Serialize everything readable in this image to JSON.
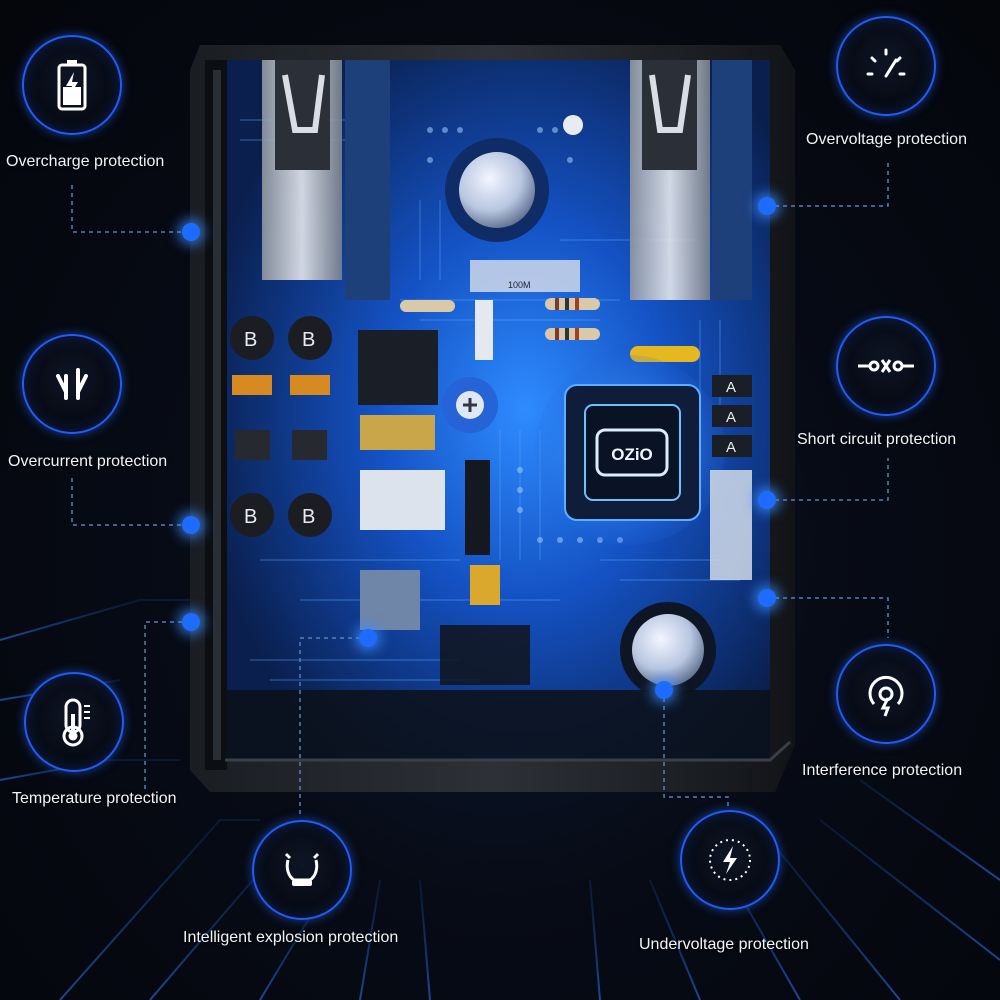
{
  "features": [
    {
      "id": "overcharge",
      "label": "Overcharge protection",
      "icon": "battery-charging-icon"
    },
    {
      "id": "overcurrent",
      "label": "Overcurrent protection",
      "icon": "current-arrows-icon"
    },
    {
      "id": "temperature",
      "label": "Temperature protection",
      "icon": "thermometer-icon"
    },
    {
      "id": "explosion",
      "label": "Intelligent explosion protection",
      "icon": "explosion-shield-icon"
    },
    {
      "id": "undervoltage",
      "label": "Undervoltage protection",
      "icon": "lightning-gauge-icon"
    },
    {
      "id": "interference",
      "label": "Interference protection",
      "icon": "signal-interference-icon"
    },
    {
      "id": "short",
      "label": "Short circuit protection",
      "icon": "short-circuit-icon"
    },
    {
      "id": "overvoltage",
      "label": "Overvoltage protection",
      "icon": "gauge-needle-icon"
    }
  ],
  "chip": {
    "brand": "OZiO"
  },
  "board": {
    "resistor_code": "100M",
    "cap_mark": "B",
    "diode_mark": "A"
  },
  "colors": {
    "accent": "#1e6bff",
    "ring": "#1f5bff",
    "label": "#f2f4f8",
    "board_glow": "#2a8cff"
  }
}
